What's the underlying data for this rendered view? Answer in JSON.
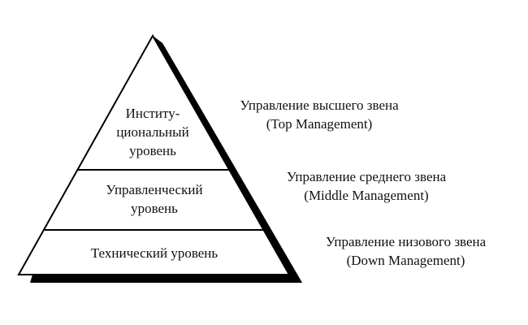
{
  "diagram": {
    "type": "pyramid",
    "colors": {
      "outline": "#000000",
      "shadow": "#000000",
      "fill": "#ffffff",
      "text": "#111111"
    },
    "levels": [
      {
        "label_lines": [
          "Институ-",
          "циональный",
          "уровень"
        ],
        "side_label": {
          "line1": "Управление высшего звена",
          "line2": "(Top Management)"
        }
      },
      {
        "label_lines": [
          "Управленческий",
          "уровень"
        ],
        "side_label": {
          "line1": "Управление среднего звена",
          "line2": "(Middle Management)"
        }
      },
      {
        "label_lines": [
          "Технический уровень"
        ],
        "side_label": {
          "line1": "Управление низового звена",
          "line2": "(Down Management)"
        }
      }
    ]
  }
}
